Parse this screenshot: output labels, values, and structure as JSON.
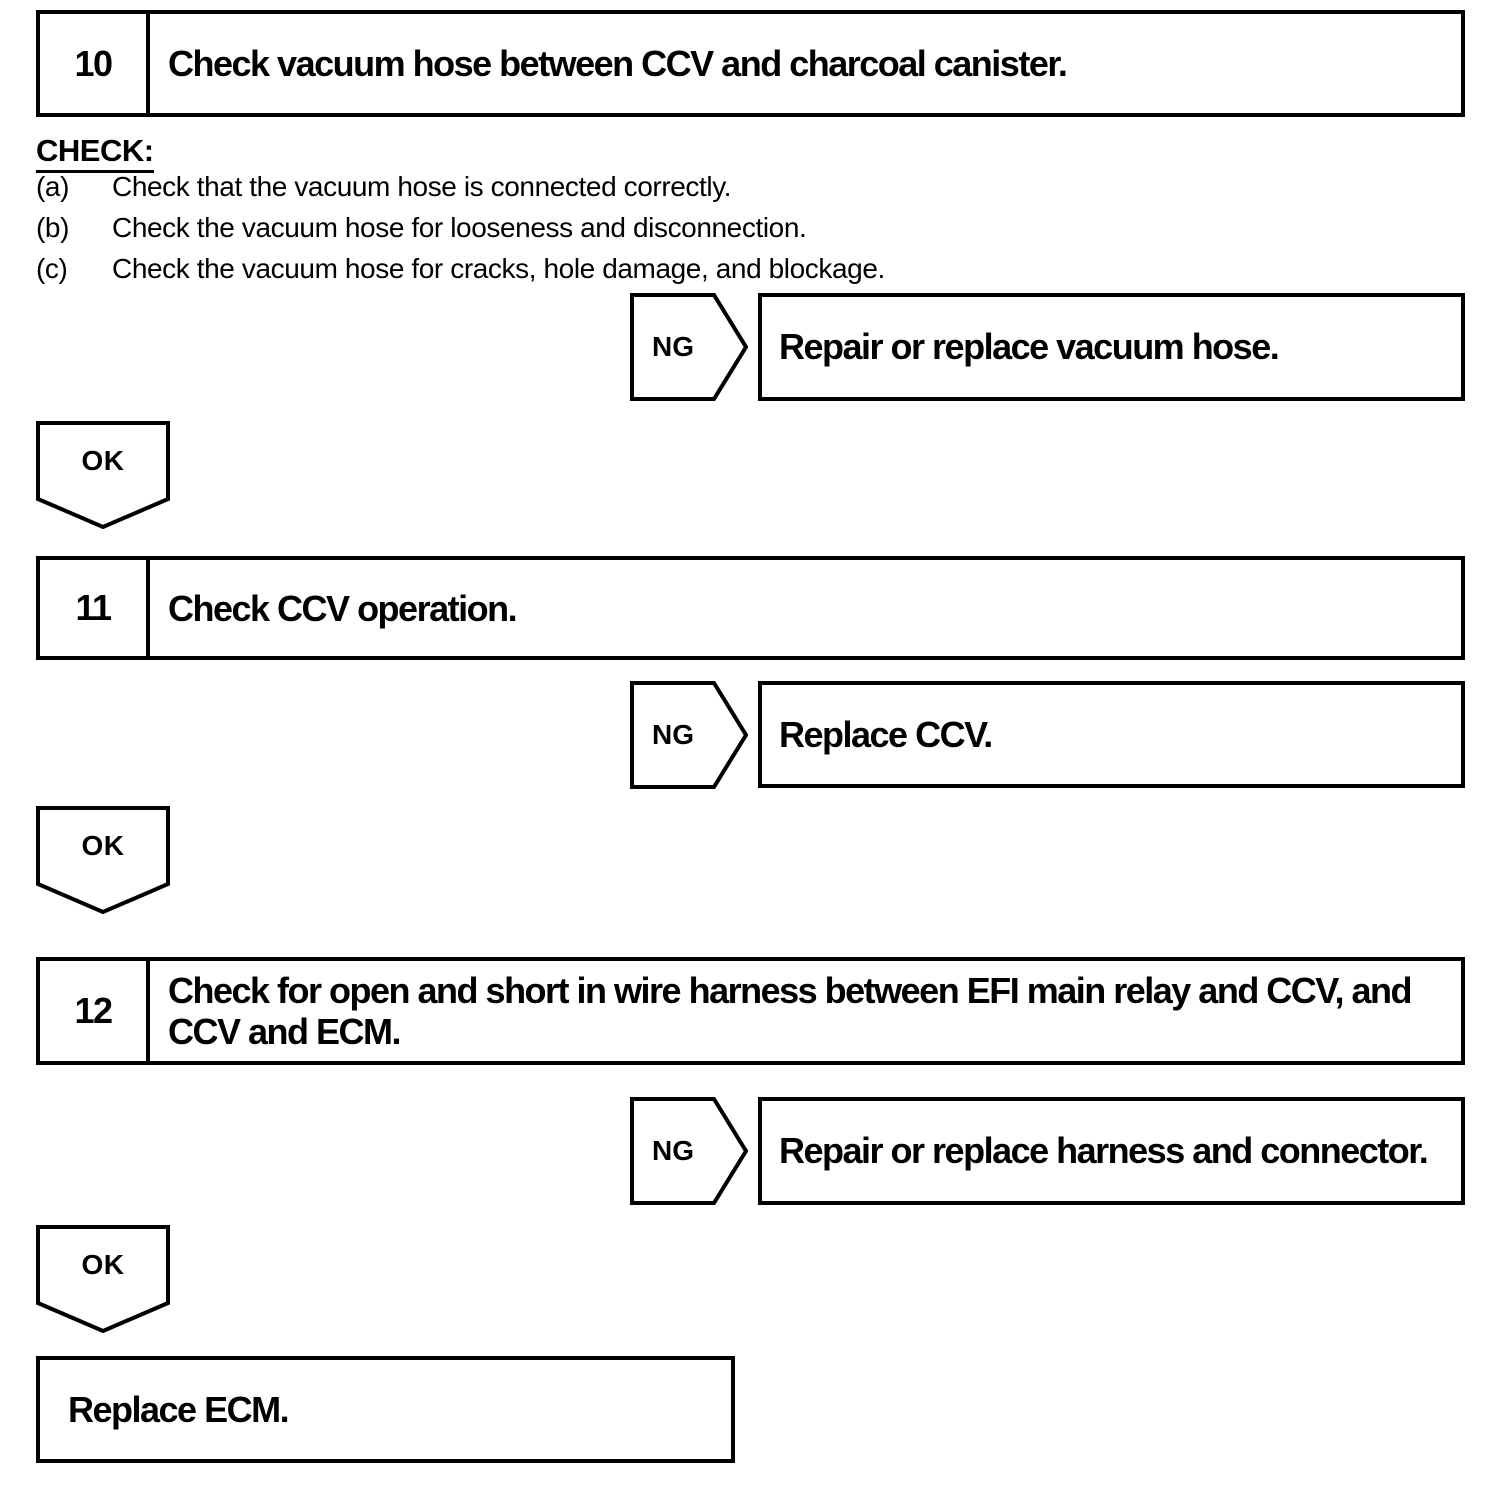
{
  "page": {
    "background": "#ffffff",
    "line_color": "#000000"
  },
  "labels": {
    "ng": "NG",
    "ok": "OK"
  },
  "steps": [
    {
      "number": "10",
      "title": "Check vacuum hose between CCV and charcoal canister.",
      "check_heading": "CHECK:",
      "check_items": [
        {
          "label": "(a)",
          "text": "Check that the vacuum hose is connected correctly."
        },
        {
          "label": "(b)",
          "text": "Check the vacuum hose for looseness and disconnection."
        },
        {
          "label": "(c)",
          "text": "Check the vacuum hose for cracks, hole damage, and blockage."
        }
      ],
      "ng_action": "Repair or replace vacuum hose."
    },
    {
      "number": "11",
      "title": "Check CCV operation.",
      "ng_action": "Replace CCV."
    },
    {
      "number": "12",
      "title": "Check for open and short in wire harness between EFI main relay and CCV, and CCV and ECM.",
      "ng_action": "Repair or replace harness and connector."
    }
  ],
  "final_action": "Replace ECM."
}
